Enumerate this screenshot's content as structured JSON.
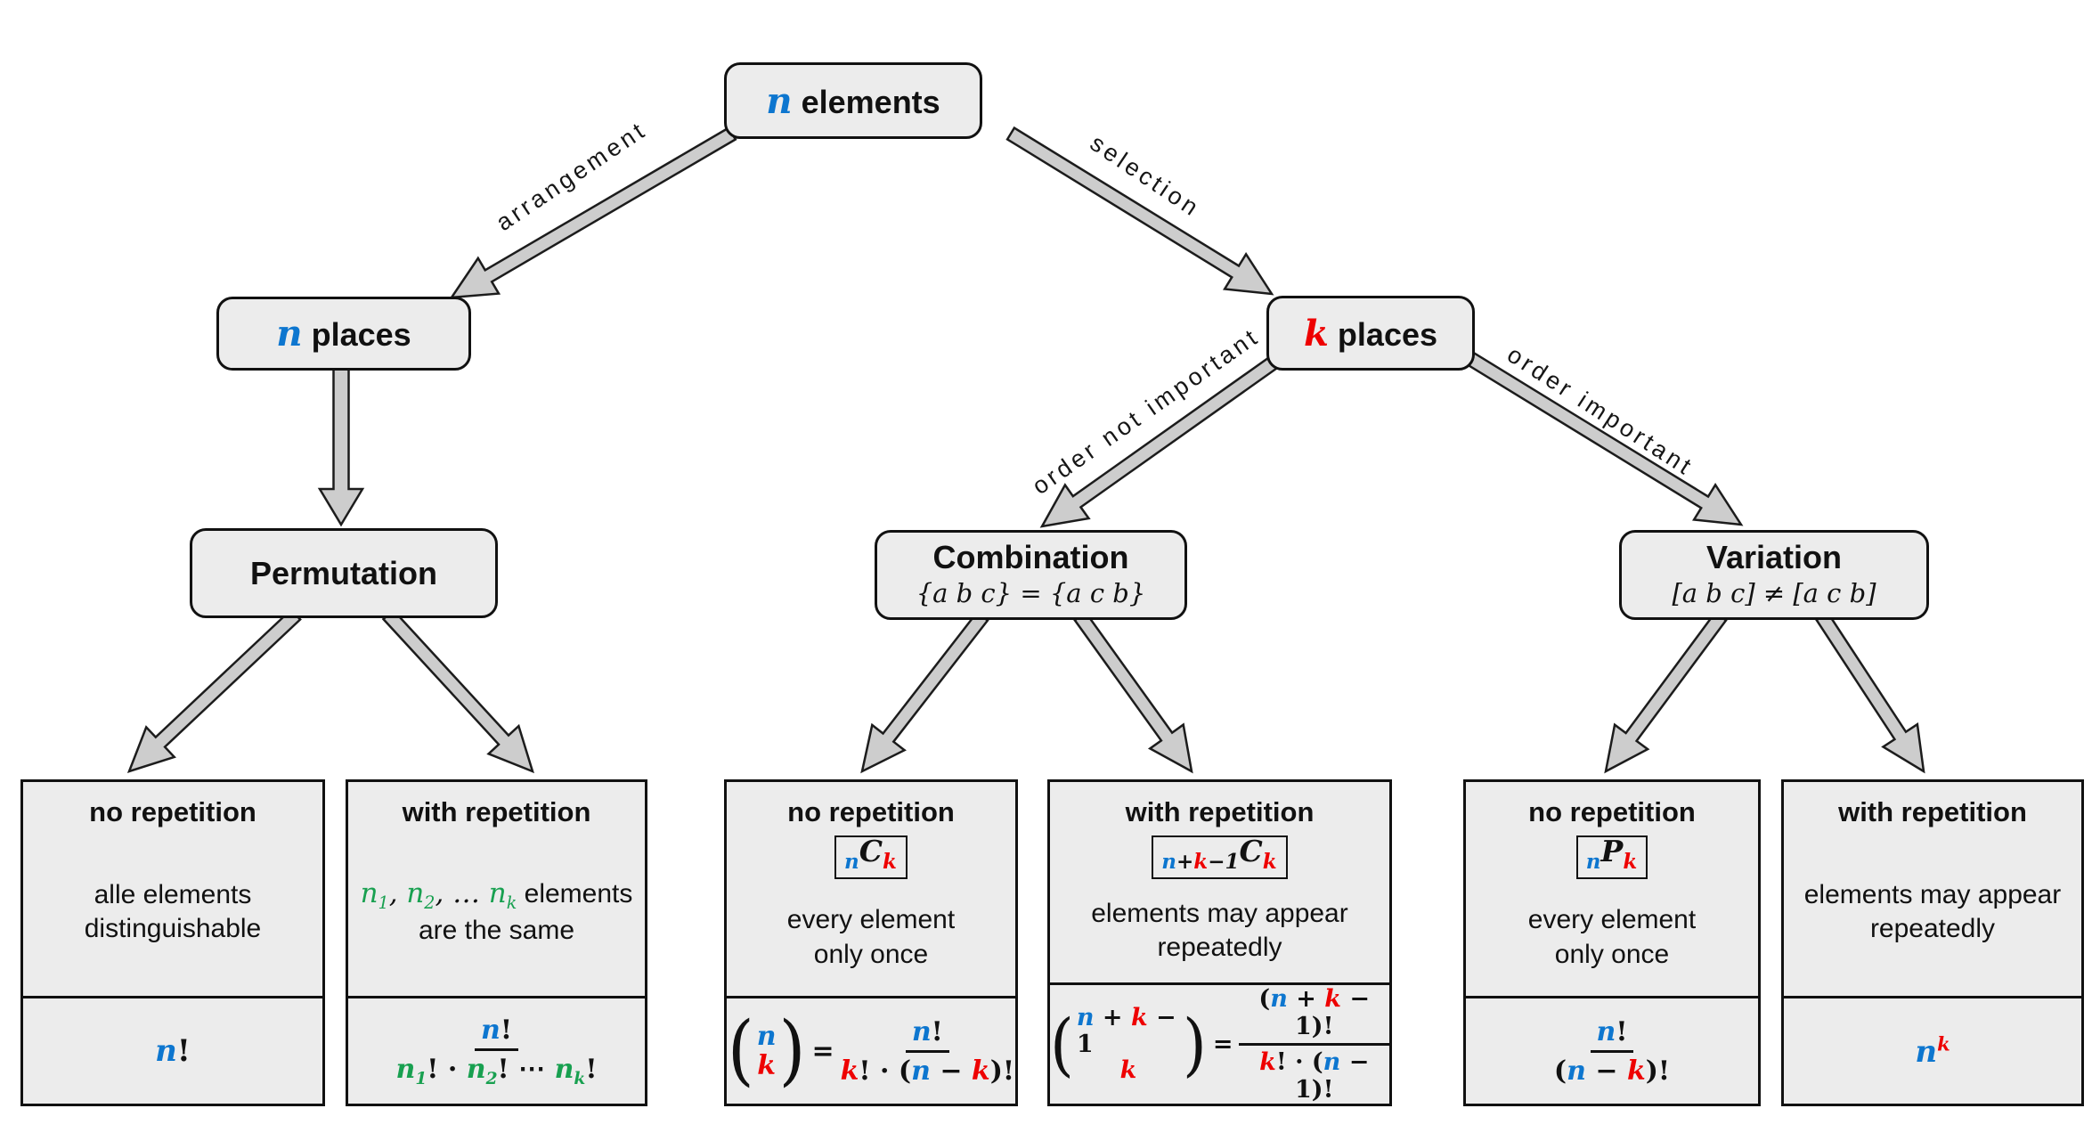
{
  "colors": {
    "blue": "#0d76cf",
    "red": "#ee0000",
    "green": "#18a050"
  },
  "nodes": {
    "root": {
      "title": [
        {
          "t": "n",
          "c": "blue"
        },
        {
          "t": " elements"
        }
      ]
    },
    "n_places": {
      "title": [
        {
          "t": "n",
          "c": "blue"
        },
        {
          "t": " places"
        }
      ]
    },
    "k_places": {
      "title": [
        {
          "t": "k",
          "c": "red"
        },
        {
          "t": " places"
        }
      ]
    },
    "permutation": {
      "title": [
        {
          "t": "Permutation"
        }
      ]
    },
    "combination": {
      "title": [
        {
          "t": "Combination"
        }
      ],
      "subtitle": [
        {
          "t": "{a b c} = {a c b}",
          "i": true
        }
      ]
    },
    "variation": {
      "title": [
        {
          "t": "Variation"
        }
      ],
      "subtitle": [
        {
          "t": "[a b c] ≠ [a c b]",
          "i": true
        }
      ]
    }
  },
  "edge_labels": {
    "arrangement": "arrangement",
    "selection": "selection",
    "order_not_important": "order not important",
    "order_important": "order important"
  },
  "cards": [
    {
      "header": "no repetition",
      "desc": [
        [
          {
            "t": "alle elements"
          }
        ],
        [
          {
            "t": "distinguishable"
          }
        ]
      ],
      "formula": {
        "parts": [
          {
            "kind": "tokens",
            "tokens": [
              {
                "t": "n",
                "c": "blue"
              },
              {
                "t": "!"
              }
            ]
          }
        ]
      }
    },
    {
      "header": "with repetition",
      "desc": [
        [
          {
            "t": "n",
            "c": "green",
            "sub": "1"
          },
          {
            "t": ", ",
            "i": true
          },
          {
            "t": "n",
            "c": "green",
            "sub": "2"
          },
          {
            "t": ", … ",
            "i": true
          },
          {
            "t": "n",
            "c": "green",
            "sub": "k"
          },
          {
            "t": " elements"
          }
        ],
        [
          {
            "t": "are the same"
          }
        ]
      ],
      "formula": {
        "parts": [
          {
            "kind": "frac",
            "num": [
              {
                "t": "n",
                "c": "blue"
              },
              {
                "t": "!"
              }
            ],
            "den": [
              {
                "t": "n",
                "c": "green",
                "sub": "1"
              },
              {
                "t": "! · "
              },
              {
                "t": "n",
                "c": "green",
                "sub": "2"
              },
              {
                "t": "! ⋯ "
              },
              {
                "t": "n",
                "c": "green",
                "sub": "k"
              },
              {
                "t": "!"
              }
            ]
          }
        ]
      }
    },
    {
      "header": "no repetition",
      "badge": [
        {
          "t": "n",
          "c": "blue",
          "v": "low"
        },
        {
          "t": "C",
          "v": "main"
        },
        {
          "t": "k",
          "c": "red",
          "v": "low"
        }
      ],
      "desc": [
        [
          {
            "t": "every element"
          }
        ],
        [
          {
            "t": "only once"
          }
        ]
      ],
      "formula": {
        "parts": [
          {
            "kind": "binom",
            "top": [
              {
                "t": "n",
                "c": "blue"
              }
            ],
            "bottom": [
              {
                "t": "k",
                "c": "red"
              }
            ]
          },
          {
            "kind": "tokens",
            "tokens": [
              {
                "t": "="
              }
            ]
          },
          {
            "kind": "frac",
            "num": [
              {
                "t": "n",
                "c": "blue"
              },
              {
                "t": "!"
              }
            ],
            "den": [
              {
                "t": "k",
                "c": "red"
              },
              {
                "t": "! · ("
              },
              {
                "t": "n",
                "c": "blue"
              },
              {
                "t": " − "
              },
              {
                "t": "k",
                "c": "red"
              },
              {
                "t": ")!"
              }
            ]
          }
        ]
      }
    },
    {
      "header": "with repetition",
      "badge": [
        {
          "t": "n",
          "c": "blue",
          "v": "low"
        },
        {
          "t": "+",
          "v": "low"
        },
        {
          "t": "k",
          "c": "red",
          "v": "low"
        },
        {
          "t": "−1",
          "v": "low"
        },
        {
          "t": "C",
          "v": "main"
        },
        {
          "t": "k",
          "c": "red",
          "v": "low"
        }
      ],
      "desc": [
        [
          {
            "t": "elements may appear"
          }
        ],
        [
          {
            "t": "repeatedly"
          }
        ]
      ],
      "formula": {
        "parts": [
          {
            "kind": "binom",
            "top": [
              {
                "t": "n",
                "c": "blue"
              },
              {
                "t": " + "
              },
              {
                "t": "k",
                "c": "red"
              },
              {
                "t": " − 1"
              }
            ],
            "bottom": [
              {
                "t": "k",
                "c": "red"
              }
            ]
          },
          {
            "kind": "tokens",
            "tokens": [
              {
                "t": "="
              }
            ]
          },
          {
            "kind": "frac",
            "num": [
              {
                "t": "("
              },
              {
                "t": "n",
                "c": "blue"
              },
              {
                "t": " + "
              },
              {
                "t": "k",
                "c": "red"
              },
              {
                "t": " − 1)!"
              }
            ],
            "den": [
              {
                "t": "k",
                "c": "red"
              },
              {
                "t": "! · ("
              },
              {
                "t": "n",
                "c": "blue"
              },
              {
                "t": " − 1)!"
              }
            ]
          }
        ]
      }
    },
    {
      "header": "no repetition",
      "badge": [
        {
          "t": "n",
          "c": "blue",
          "v": "low"
        },
        {
          "t": "P",
          "v": "main"
        },
        {
          "t": "k",
          "c": "red",
          "v": "low"
        }
      ],
      "desc": [
        [
          {
            "t": "every element"
          }
        ],
        [
          {
            "t": "only once"
          }
        ]
      ],
      "formula": {
        "parts": [
          {
            "kind": "frac",
            "num": [
              {
                "t": "n",
                "c": "blue"
              },
              {
                "t": "!"
              }
            ],
            "den": [
              {
                "t": "("
              },
              {
                "t": "n",
                "c": "blue"
              },
              {
                "t": " − "
              },
              {
                "t": "k",
                "c": "red"
              },
              {
                "t": ")!"
              }
            ]
          }
        ]
      }
    },
    {
      "header": "with repetition",
      "desc": [
        [
          {
            "t": "elements may appear"
          }
        ],
        [
          {
            "t": "repeatedly"
          }
        ]
      ],
      "formula": {
        "parts": [
          {
            "kind": "tokens",
            "tokens": [
              {
                "t": "n",
                "c": "blue",
                "sup": "k",
                "supc": "red"
              }
            ]
          }
        ]
      }
    }
  ]
}
